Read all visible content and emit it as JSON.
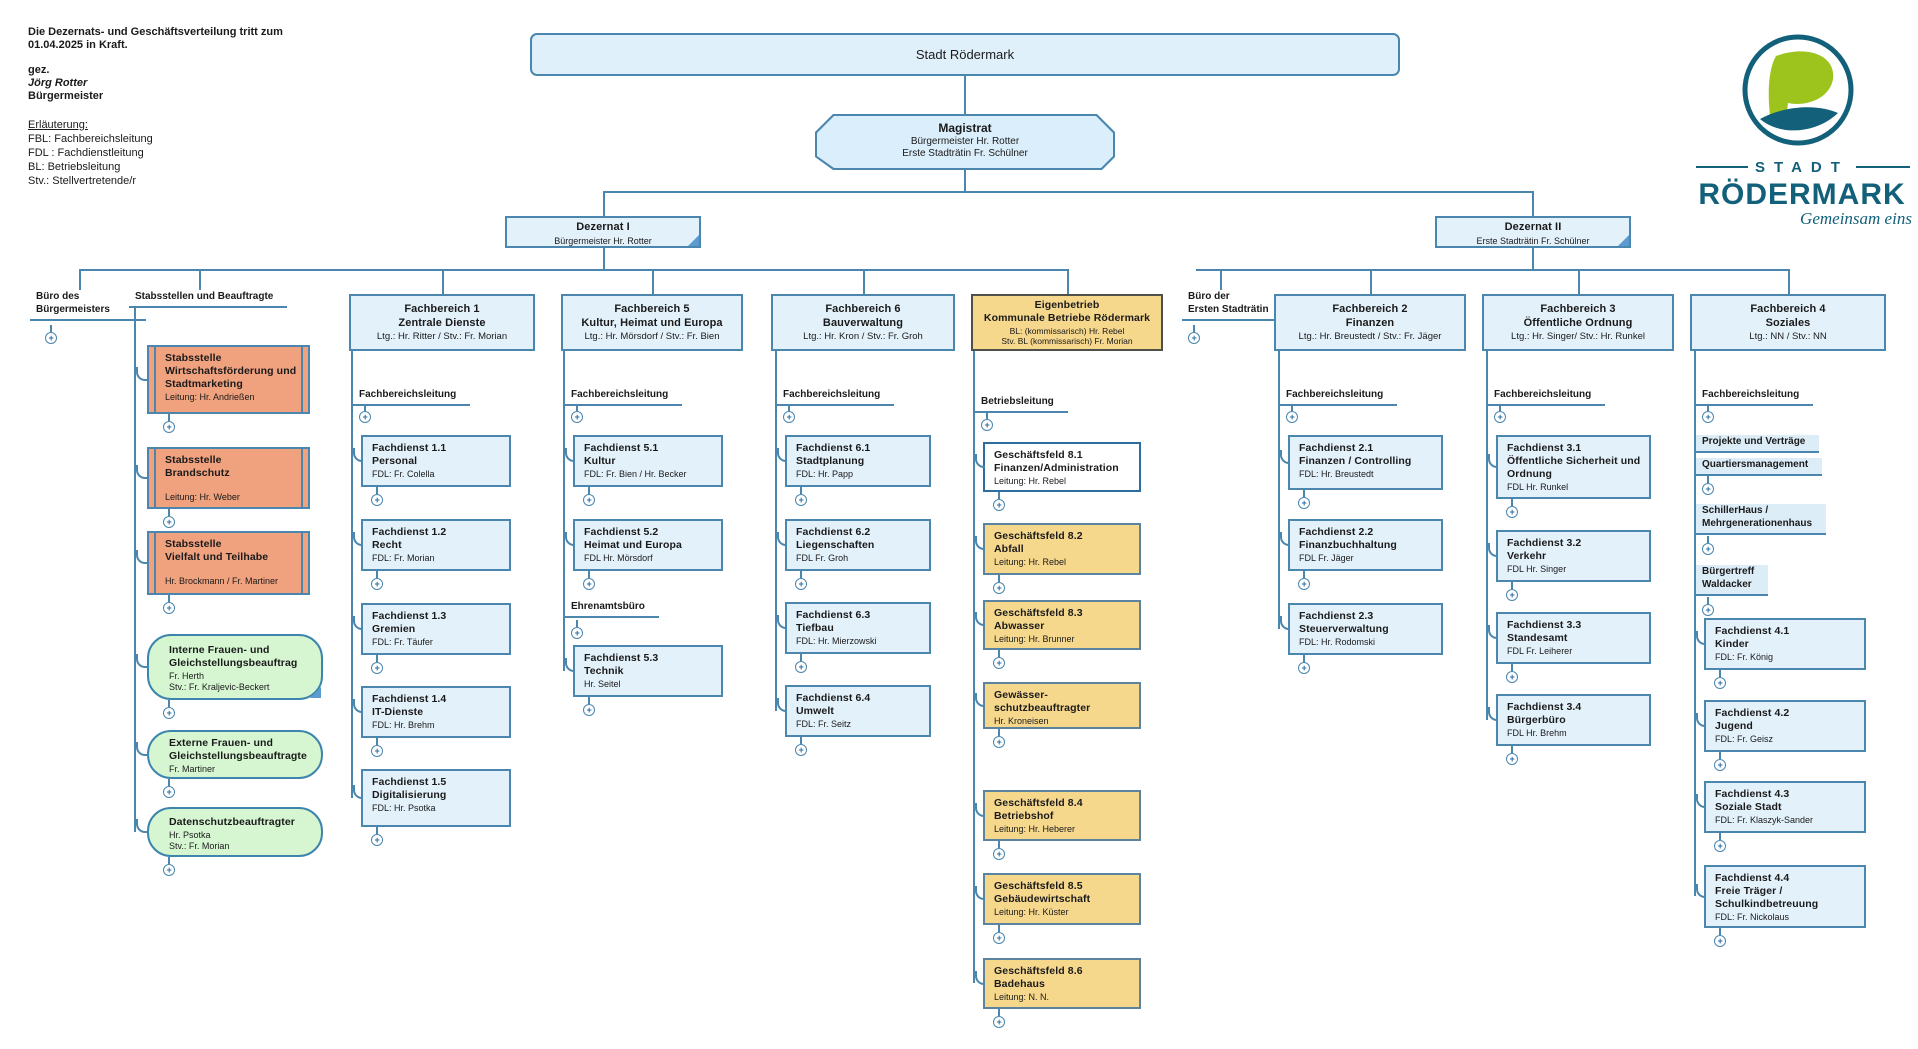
{
  "colors": {
    "accent": "#4a86ae",
    "box_blue": "#e3f1fb",
    "salmon": "#f0a17e",
    "green": "#d5f6d1",
    "tan": "#f6d88d",
    "logo_teal": "#12607a",
    "leaf_green": "#9cc41c"
  },
  "note": {
    "p1": "Die Dezernats- und Geschäftsverteilung tritt zum\n01.04.2025 in Kraft.",
    "signed": "gez.",
    "name": "Jörg Rotter",
    "role": "Bürgermeister"
  },
  "legend": {
    "heading": "Erläuterung:",
    "items": "FBL: Fachbereichsleitung\nFDL : Fachdienstleitung\nBL: Betriebsleitung\nStv.: Stellvertretende/r"
  },
  "logo": {
    "stadt": "STADT",
    "name": "RÖDERMARK",
    "claim": "Gemeinsam eins"
  },
  "root": {
    "t": "Stadt Rödermark"
  },
  "magistrat": {
    "t": "Magistrat",
    "s": "Bürgermeister Hr. Rotter\nErste Stadträtin Fr. Schülner"
  },
  "dez1": {
    "t": "Dezernat I",
    "s": "Bürgermeister Hr. Rotter"
  },
  "dez2": {
    "t": "Dezernat II",
    "s": "Erste Stadträtin Fr. Schülner"
  },
  "buero_bm": {
    "label": "Büro des\nBürgermeisters"
  },
  "buero_st": {
    "label": "Büro der\nErsten Stadträtin"
  },
  "stab": {
    "label": "Stabsstellen und Beauftragte",
    "boxes": [
      {
        "t": "Stabsstelle\nWirtschaftsförderung und\nStadtmarketing",
        "s": "Leitung: Hr. Andrießen"
      },
      {
        "t": "Stabsstelle\nBrandschutz",
        "s": "\nLeitung: Hr. Weber"
      },
      {
        "t": "Stabsstelle\nVielfalt und Teilhabe",
        "s": "\nHr. Brockmann / Fr. Martiner"
      }
    ],
    "rounded": [
      {
        "t": "Interne Frauen- und\nGleichstellungsbeauftrag",
        "s": "Fr. Herth\nStv.: Fr. Kraljevic-Beckert"
      },
      {
        "t": "Externe Frauen- und\nGleichstellungsbeauftragte",
        "s": "Fr. Martiner"
      },
      {
        "t": "Datenschutzbeauftragter",
        "s": "Hr. Psotka\nStv.: Fr. Morian"
      }
    ]
  },
  "fb1": {
    "header": {
      "t": "Fachbereich 1\nZentrale Dienste",
      "s": "Ltg.: Hr. Ritter / Stv.: Fr. Morian"
    },
    "label": "Fachbereichsleitung",
    "items": [
      {
        "t": "Fachdienst  1.1\nPersonal",
        "s": "FDL: Fr. Colella"
      },
      {
        "t": "Fachdienst  1.2\nRecht",
        "s": "FDL: Fr. Morian"
      },
      {
        "t": "Fachdienst  1.3\nGremien",
        "s": "FDL: Fr. Täufer"
      },
      {
        "t": "Fachdienst  1.4\nIT-Dienste",
        "s": "FDL: Hr. Brehm"
      },
      {
        "t": "Fachdienst  1.5\nDigitalisierung",
        "s": "FDL: Hr. Psotka"
      }
    ]
  },
  "fb5": {
    "header": {
      "t": "Fachbereich 5\nKultur, Heimat und Europa",
      "s": "Ltg.: Hr. Mörsdorf / Stv.: Fr. Bien"
    },
    "label": "Fachbereichsleitung",
    "label2": "Ehrenamtsbüro",
    "items": [
      {
        "t": "Fachdienst  5.1\nKultur",
        "s": "FDL: Fr. Bien / Hr. Becker"
      },
      {
        "t": "Fachdienst  5.2\nHeimat und Europa",
        "s": "FDL Hr. Mörsdorf"
      },
      {
        "t": "Fachdienst 5.3\nTechnik",
        "s": "Hr. Seitel"
      }
    ]
  },
  "fb6": {
    "header": {
      "t": "Fachbereich 6\nBauverwaltung",
      "s": "Ltg.: Hr. Kron / Stv.: Fr. Groh"
    },
    "label": "Fachbereichsleitung",
    "items": [
      {
        "t": "Fachdienst  6.1\nStadtplanung",
        "s": "FDL: Hr. Papp"
      },
      {
        "t": "Fachdienst  6.2\nLiegenschaften",
        "s": "FDL Fr. Groh"
      },
      {
        "t": "Fachdienst 6.3\nTiefbau",
        "s": "FDL: Hr. Mierzowski"
      },
      {
        "t": "Fachdienst 6.4\nUmwelt",
        "s": "FDL: Fr. Seitz"
      }
    ]
  },
  "eb": {
    "header": {
      "t": "Eigenbetrieb\nKommunale Betriebe Rödermark",
      "s": "BL: (kommissarisch)  Hr. Rebel\nStv. BL (kommissarisch) Fr. Morian"
    },
    "label": "Betriebsleitung",
    "items": [
      {
        "t": "Geschäftsfeld 8.1\nFinanzen/Administration",
        "s": "Leitung: Hr. Rebel"
      },
      {
        "t": "Geschäftsfeld 8.2\nAbfall",
        "s": "Leitung: Hr. Rebel"
      },
      {
        "t": "Geschäftsfeld 8.3\nAbwasser",
        "s": "Leitung: Hr. Brunner"
      },
      {
        "t": "Gewässer-\nschutzbeauftragter",
        "s": "Hr. Kroneisen"
      },
      {
        "t": "Geschäftsfeld 8.4\nBetriebshof",
        "s": "Leitung: Hr. Heberer"
      },
      {
        "t": "Geschäftsfeld 8.5\nGebäudewirtschaft",
        "s": "Leitung: Hr. Küster"
      },
      {
        "t": "Geschäftsfeld 8.6\nBadehaus",
        "s": "Leitung: N. N."
      }
    ]
  },
  "fb2": {
    "header": {
      "t": "Fachbereich 2\nFinanzen",
      "s": "Ltg.: Hr. Breustedt / Stv.: Fr.  Jäger"
    },
    "label": "Fachbereichsleitung",
    "items": [
      {
        "t": "Fachdienst  2.1\nFinanzen / Controlling",
        "s": "FDL: Hr. Breustedt"
      },
      {
        "t": "Fachdienst  2.2\nFinanzbuchhaltung",
        "s": "FDL Fr. Jäger"
      },
      {
        "t": "Fachdienst  2.3\nSteuerverwaltung",
        "s": "FDL: Hr. Rodomski"
      }
    ]
  },
  "fb3": {
    "header": {
      "t": "Fachbereich 3\nÖffentliche Ordnung",
      "s": "Ltg.: Hr. Singer/ Stv.: Hr. Runkel"
    },
    "label": "Fachbereichsleitung",
    "items": [
      {
        "t": "Fachdienst  3.1\nÖffentliche Sicherheit und\nOrdnung",
        "s": "FDL Hr. Runkel"
      },
      {
        "t": "Fachdienst  3.2\nVerkehr",
        "s": "FDL Hr. Singer"
      },
      {
        "t": "Fachdienst  3.3\nStandesamt",
        "s": "FDL Fr. Leiherer"
      },
      {
        "t": "Fachdienst  3.4\nBürgerbüro",
        "s": "FDL Hr. Brehm"
      }
    ]
  },
  "fb4": {
    "header": {
      "t": "Fachbereich 4\nSoziales",
      "s": "Ltg.: NN / Stv.:  NN"
    },
    "label": "Fachbereichsleitung",
    "sub": [
      "Projekte und Verträge",
      "Quartiersmanagement",
      "SchillerHaus /\nMehrgenerationenhaus",
      "Bürgertreff\nWaldacker"
    ],
    "items": [
      {
        "t": "Fachdienst  4.1\nKinder",
        "s": "FDL: Fr. König"
      },
      {
        "t": "Fachdienst  4.2\nJugend",
        "s": "FDL: Fr. Geisz"
      },
      {
        "t": "Fachdienst  4.3\nSoziale Stadt",
        "s": "FDL: Fr. Klaszyk-Sander"
      },
      {
        "t": "Fachdienst  4.4\nFreie Träger /\nSchulkindbetreuung",
        "s": "FDL: Fr. Nickolaus"
      }
    ]
  }
}
